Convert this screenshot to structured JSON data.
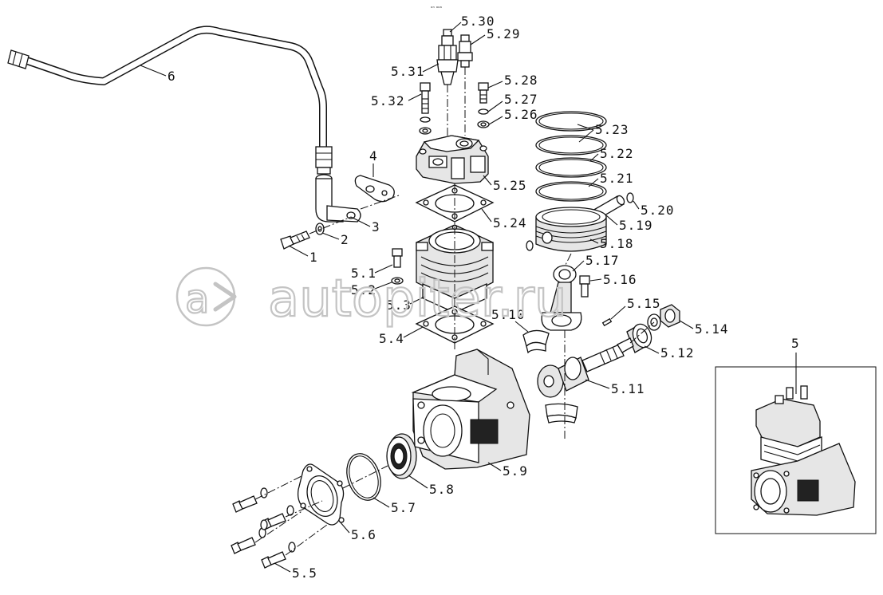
{
  "header_note": "ᵒⁿ ᵃᵒᵃ",
  "watermark": "autopiter.ru",
  "labels": {
    "l_6": "6",
    "l_4": "4",
    "l_3": "3",
    "l_2": "2",
    "l_1": "1",
    "l_5": "5",
    "l_5_30": "5.30",
    "l_5_29": "5.29",
    "l_5_31": "5.31",
    "l_5_32": "5.32",
    "l_5_28": "5.28",
    "l_5_27": "5.27",
    "l_5_26": "5.26",
    "l_5_23": "5.23",
    "l_5_22": "5.22",
    "l_5_21": "5.21",
    "l_5_25": "5.25",
    "l_5_20": "5.20",
    "l_5_24": "5.24",
    "l_5_19": "5.19",
    "l_5_18": "5.18",
    "l_5_17": "5.17",
    "l_5_1": "5.1",
    "l_5_16": "5.16",
    "l_5_2": "5.2",
    "l_5_3": "5.3",
    "l_5_15": "5.15",
    "l_5_10": "5.10",
    "l_5_14": "5.14",
    "l_5_4": "5.4",
    "l_5_12": "5.12",
    "l_5_11": "5.11",
    "l_5_9": "5.9",
    "l_5_8": "5.8",
    "l_5_7": "5.7",
    "l_5_6": "5.6",
    "l_5_5": "5.5"
  }
}
